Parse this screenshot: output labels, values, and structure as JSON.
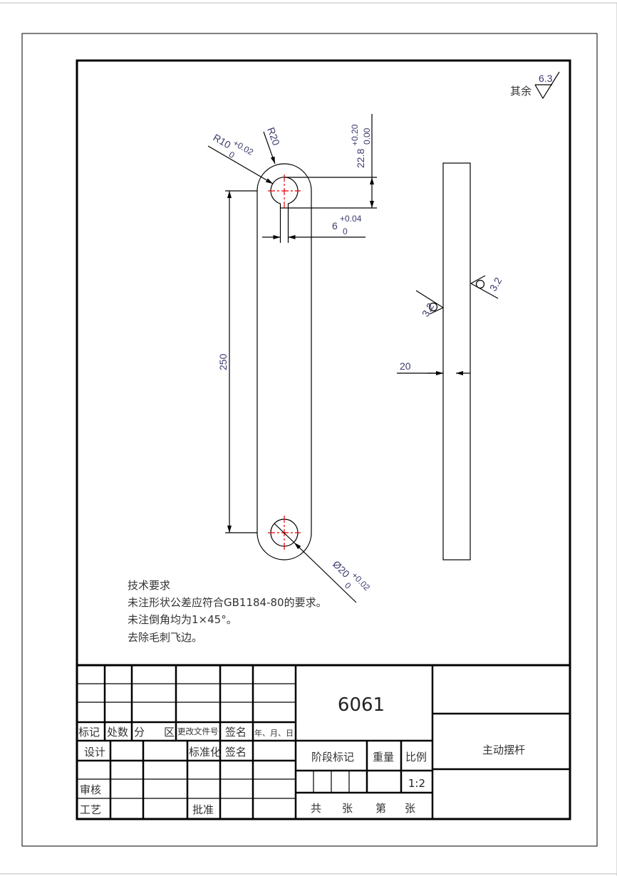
{
  "drawing": {
    "roughness_general_label": "其余",
    "roughness_general_value": "6.3",
    "roughness_side_left": "3.2",
    "roughness_side_right": "3.2",
    "dims": {
      "r10": "R10",
      "r10_upper": "+0.02",
      "r10_lower": "0",
      "r20": "R20",
      "d22_8": "22.8",
      "d22_8_upper": "+0.20",
      "d22_8_lower": "0.00",
      "d6": "6",
      "d6_upper": "+0.04",
      "d6_lower": "0",
      "d250": "250",
      "phi20": "Ø20",
      "phi20_upper": "+0.02",
      "phi20_lower": "0",
      "d20": "20"
    },
    "tech_requirements": {
      "title": "技术要求",
      "lines": [
        "未注形状公差应符合GB1184-80的要求。",
        "未注倒角均为1×45°。",
        "去除毛刺飞边。"
      ]
    }
  },
  "title_block": {
    "labels": {
      "mark": "标记",
      "count": "处数",
      "zone_a": "分",
      "zone_b": "区",
      "change_doc": "更改文件号",
      "sign": "签名",
      "date": "年、月、日",
      "design": "设计",
      "standardize": "标准化",
      "sign2": "签名",
      "review": "审核",
      "process": "工艺",
      "approve": "批准",
      "stage_mark": "阶段标记",
      "weight": "重量",
      "scale": "比例",
      "total": "共",
      "sheets": "张",
      "sheet_no": "第",
      "sheets2": "张"
    },
    "material": "6061",
    "part_name": "主动摆杆",
    "scale_value": "1:2"
  }
}
